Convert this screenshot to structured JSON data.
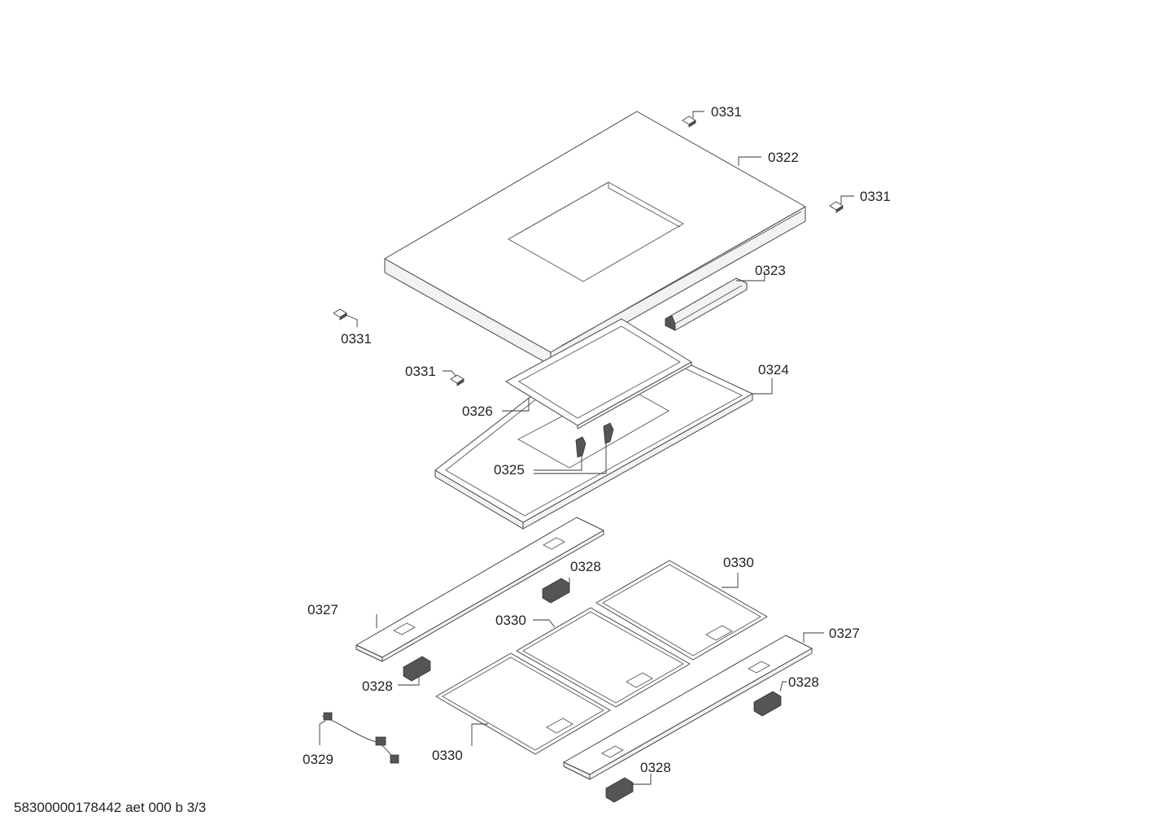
{
  "callouts": {
    "c0331_a": "0331",
    "c0322": "0322",
    "c0331_b": "0331",
    "c0323": "0323",
    "c0331_c": "0331",
    "c0331_d": "0331",
    "c0324": "0324",
    "c0326": "0326",
    "c0325": "0325",
    "c0328_a": "0328",
    "c0330_a": "0330",
    "c0327_a": "0327",
    "c0330_b": "0330",
    "c0327_b": "0327",
    "c0328_b": "0328",
    "c0328_c": "0328",
    "c0330_c": "0330",
    "c0329": "0329",
    "c0328_d": "0328"
  },
  "footer": {
    "doc_id": "58300000178442 aet 000 b 3/3"
  }
}
